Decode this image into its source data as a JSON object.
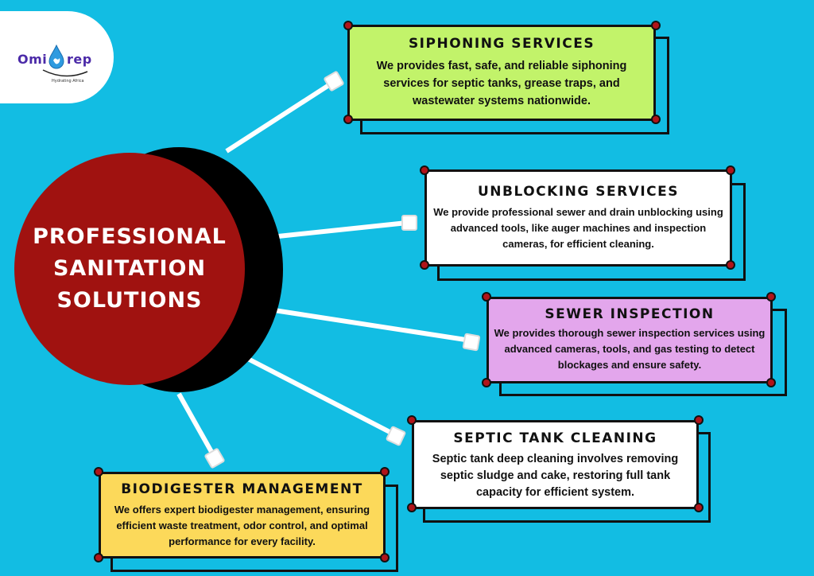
{
  "logo": {
    "name_left": "Omi",
    "name_right": "rep",
    "tagline": "Hydrating Africa",
    "brand_color": "#4b2aa8",
    "drop_color": "#2f9be0"
  },
  "center": {
    "title_line1": "PROFESSIONAL",
    "title_line2": "SANITATION",
    "title_line3": "SOLUTIONS",
    "color": "#a01210"
  },
  "services": [
    {
      "title": "SIPHONING SERVICES",
      "description": "We provides fast, safe, and reliable siphoning services for septic tanks, grease traps, and wastewater systems nationwide.",
      "color": "#c2f36a"
    },
    {
      "title": "UNBLOCKING SERVICES",
      "description": "We provide professional sewer and drain unblocking using advanced tools, like auger machines and inspection cameras, for efficient cleaning.",
      "color": "#ffffff"
    },
    {
      "title": "SEWER INSPECTION",
      "description": "We provides thorough sewer inspection services using advanced cameras, tools, and gas testing to detect blockages and ensure safety.",
      "color": "#e3a6ec"
    },
    {
      "title": "SEPTIC TANK CLEANING",
      "description": "Septic tank deep cleaning involves removing septic sludge and cake, restoring full tank capacity for efficient system.",
      "color": "#ffffff"
    },
    {
      "title": "BIODIGESTER MANAGEMENT",
      "description": "We offers expert biodigester management, ensuring efficient waste treatment, odor control, and optimal performance for every facility.",
      "color": "#fcd95a"
    }
  ],
  "colors": {
    "background": "#12bde3",
    "dot": "#b0141a",
    "connector": "#ffffff"
  }
}
